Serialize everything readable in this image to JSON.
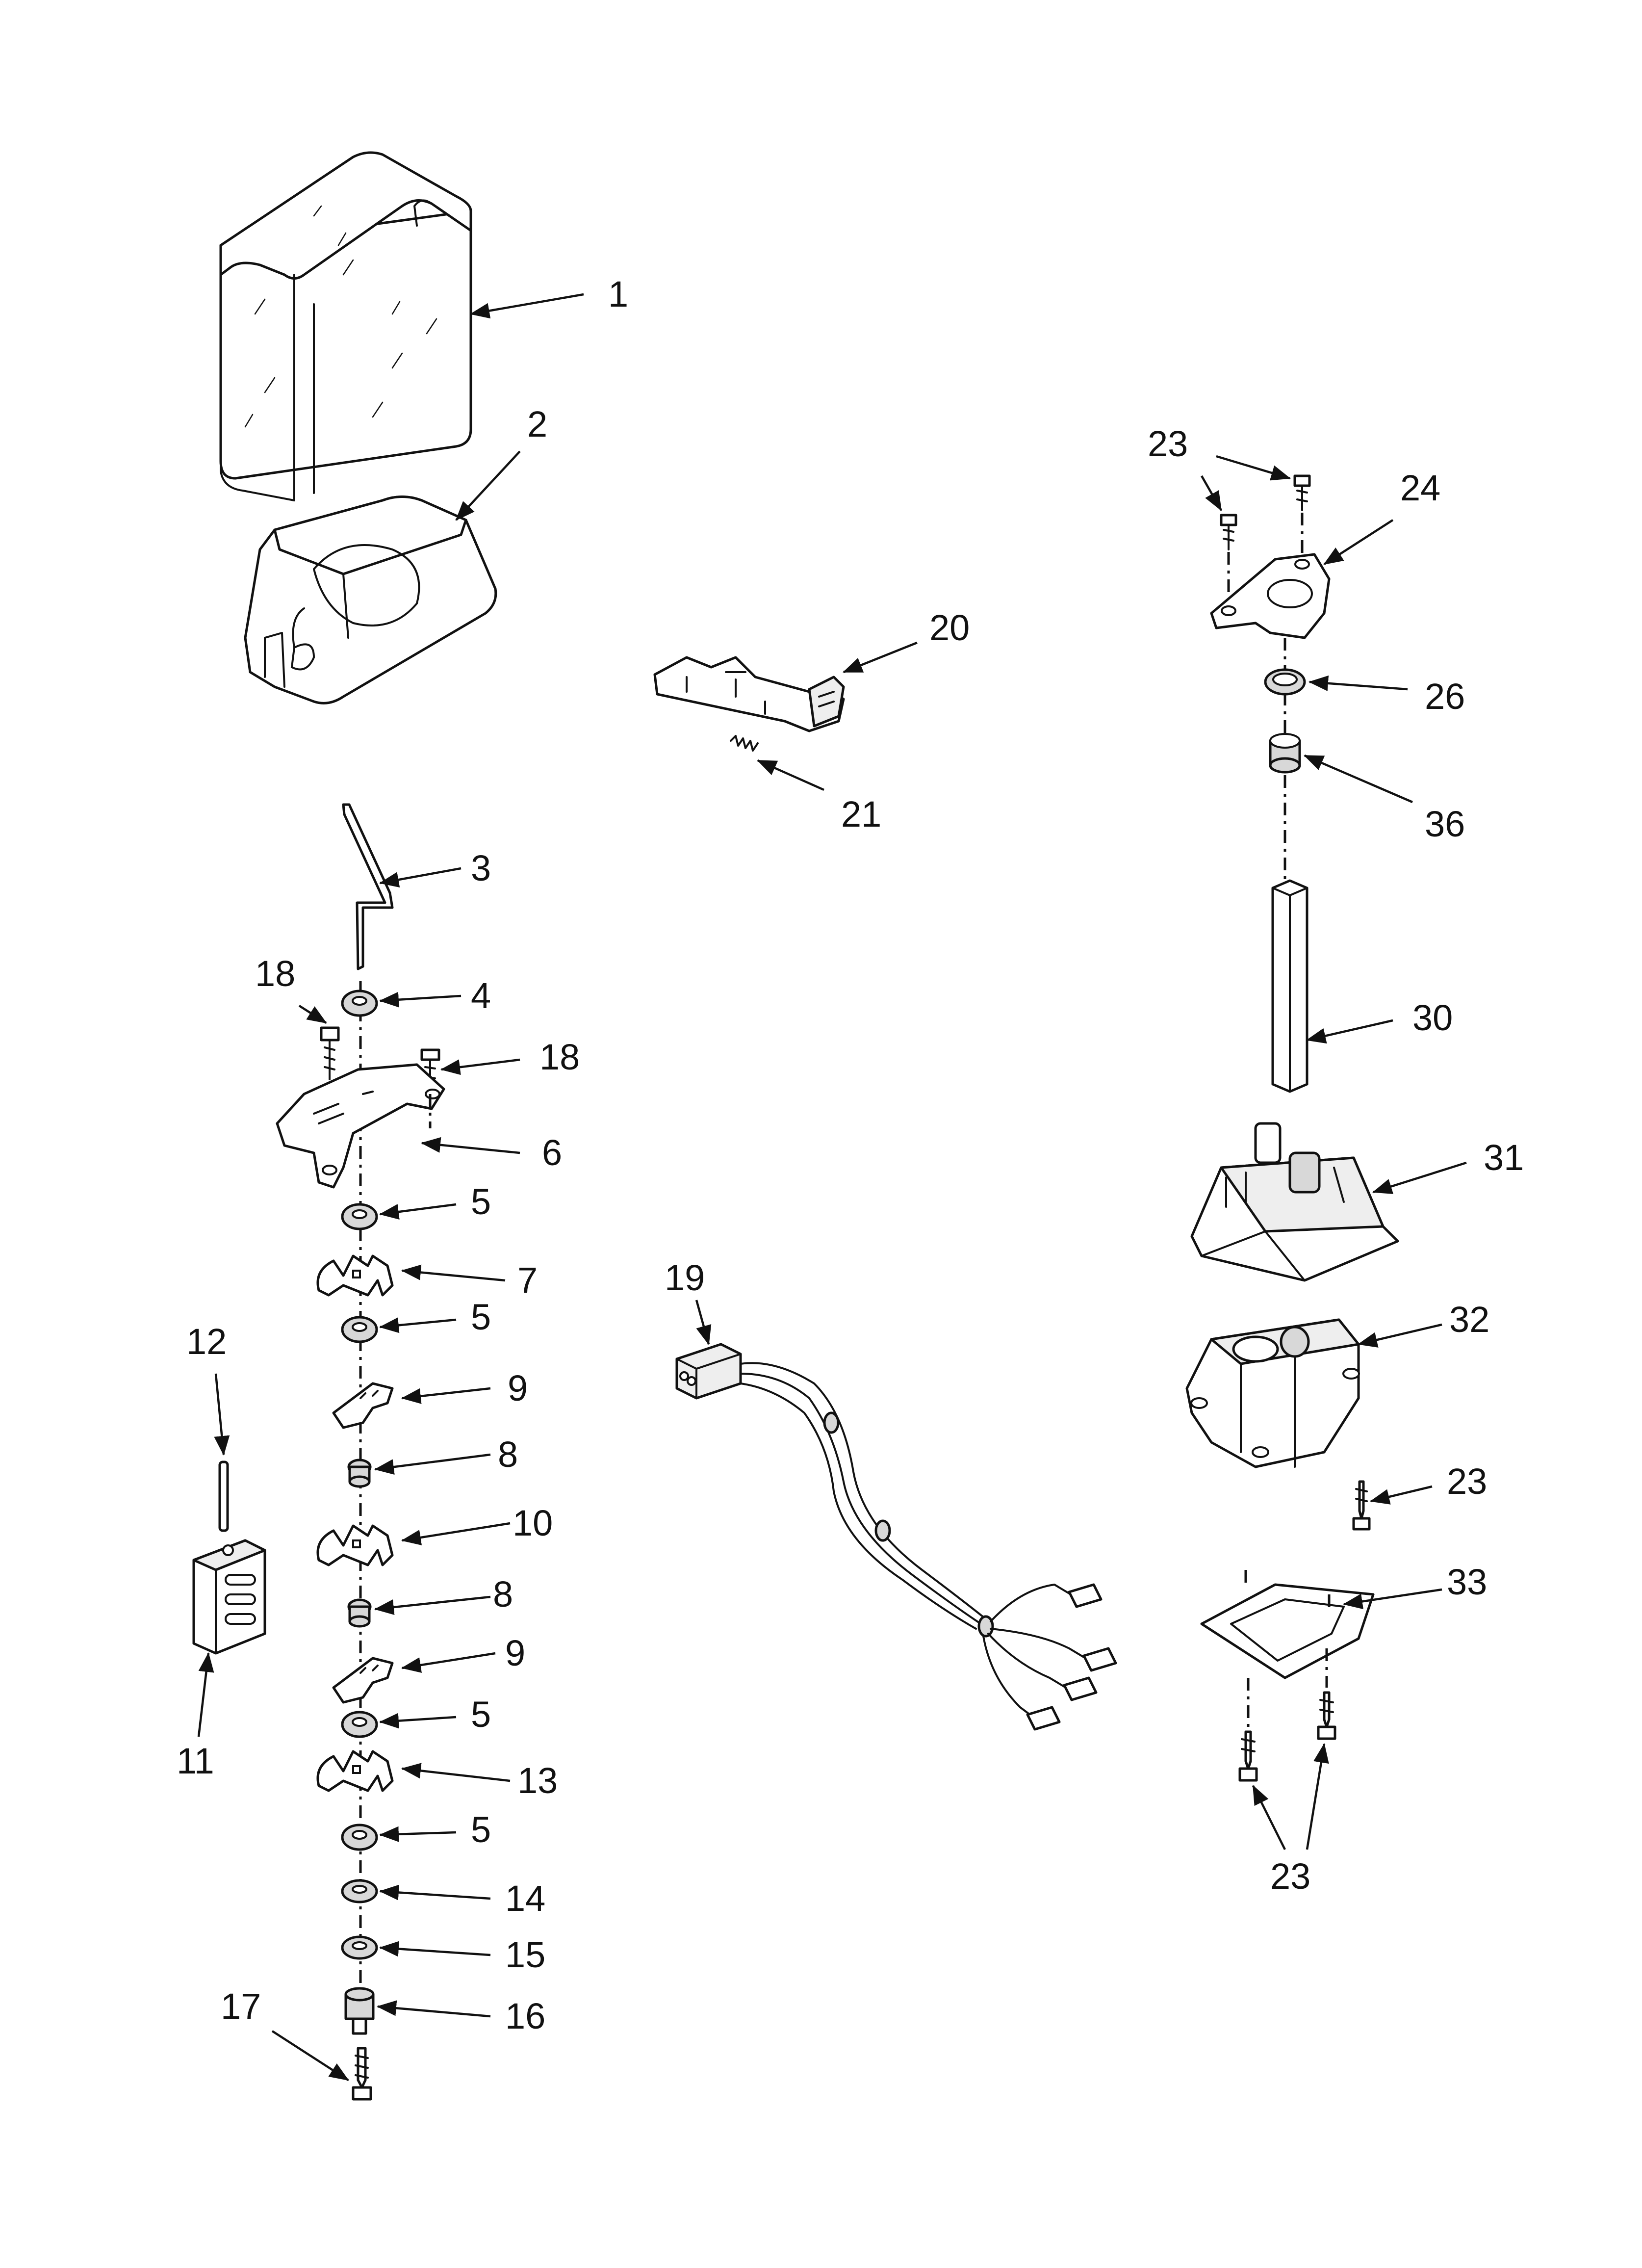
{
  "callouts": {
    "c1": "1",
    "c2": "2",
    "c3": "3",
    "c4": "4",
    "c5a": "5",
    "c5b": "5",
    "c5c": "5",
    "c5d": "5",
    "c6": "6",
    "c7": "7",
    "c8a": "8",
    "c8b": "8",
    "c9a": "9",
    "c9b": "9",
    "c10": "10",
    "c11": "11",
    "c12": "12",
    "c13": "13",
    "c14": "14",
    "c15": "15",
    "c16": "16",
    "c17": "17",
    "c18a": "18",
    "c18b": "18",
    "c19": "19",
    "c20": "20",
    "c21": "21",
    "c23a": "23",
    "c23b": "23",
    "c23c": "23",
    "c24": "24",
    "c26": "26",
    "c30": "30",
    "c31": "31",
    "c32": "32",
    "c33": "33",
    "c36": "36"
  },
  "colors": {
    "line": "#111111",
    "background": "#ffffff",
    "fill": "#eeeeee"
  }
}
